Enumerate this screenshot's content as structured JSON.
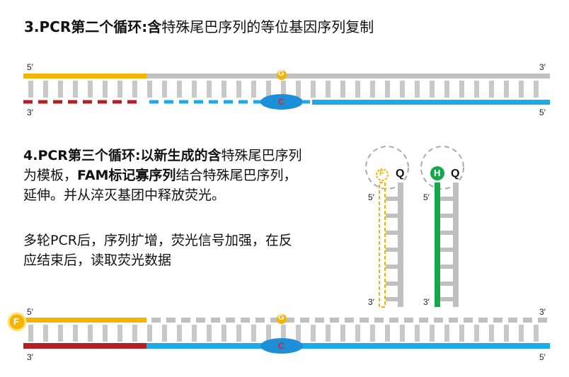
{
  "step3": {
    "heading_bold": "3.PCR第二个循环:含",
    "heading_rest": "特殊尾巴序列的等位基因序列复制"
  },
  "step4": {
    "p1_b1": "4.PCR第三个循环:以新生成的含",
    "p1_t1": "特殊尾巴序列为模板，",
    "p1_b2": "FAM标记寡序列",
    "p1_t2": "结合特殊尾巴序列，延伸。并从淬灭基团中释放荧光。",
    "p2": "多轮PCR后，序列扩增，荧光信号加强，在反应结束后，读取荧光数据"
  },
  "diagram": {
    "label_5p": "5′",
    "label_3p": "3′",
    "base_g": "G",
    "base_c": "C",
    "fluor_f": "F",
    "fluor_h": "H",
    "quencher_q": "Q"
  },
  "colors": {
    "yellow": "#f4b400",
    "gray": "#c0c0c0",
    "blue": "#1eaae8",
    "darkred": "#b31f24",
    "green": "#14a84a",
    "ellipse": "#1d8fd8"
  }
}
